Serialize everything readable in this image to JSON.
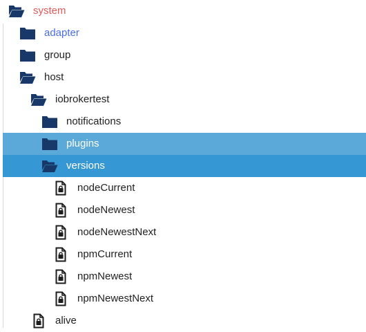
{
  "colors": {
    "folder": "#18386a",
    "system_text": "#e05a5a",
    "adapter_text": "#4a6ee0",
    "default_text": "#222222",
    "hover_row": "#5aa9d8",
    "selected_row": "#3597d3",
    "selected_text": "#ffffff"
  },
  "tree": [
    {
      "label": "system",
      "depth": 0,
      "kind": "folder-open",
      "name": "system",
      "text_color": "system_text"
    },
    {
      "label": "adapter",
      "depth": 1,
      "kind": "folder-closed",
      "name": "adapter",
      "text_color": "adapter_text"
    },
    {
      "label": "group",
      "depth": 1,
      "kind": "folder-closed",
      "name": "group"
    },
    {
      "label": "host",
      "depth": 1,
      "kind": "folder-open",
      "name": "host"
    },
    {
      "label": "iobrokertest",
      "depth": 2,
      "kind": "folder-open",
      "name": "iobrokertest"
    },
    {
      "label": "notifications",
      "depth": 3,
      "kind": "folder-closed",
      "name": "notifications"
    },
    {
      "label": "plugins",
      "depth": 3,
      "kind": "folder-closed",
      "name": "plugins",
      "state": "hover"
    },
    {
      "label": "versions",
      "depth": 3,
      "kind": "folder-open",
      "name": "versions",
      "state": "selected"
    },
    {
      "label": "nodeCurrent",
      "depth": 4,
      "kind": "state",
      "name": "nodecurrent"
    },
    {
      "label": "nodeNewest",
      "depth": 4,
      "kind": "state",
      "name": "nodenewest"
    },
    {
      "label": "nodeNewestNext",
      "depth": 4,
      "kind": "state",
      "name": "nodenewestnext"
    },
    {
      "label": "npmCurrent",
      "depth": 4,
      "kind": "state",
      "name": "npmcurrent"
    },
    {
      "label": "npmNewest",
      "depth": 4,
      "kind": "state",
      "name": "npmnewest"
    },
    {
      "label": "npmNewestNext",
      "depth": 4,
      "kind": "state",
      "name": "npmnewestnext"
    },
    {
      "label": "alive",
      "depth": 2,
      "kind": "state",
      "name": "alive"
    }
  ]
}
